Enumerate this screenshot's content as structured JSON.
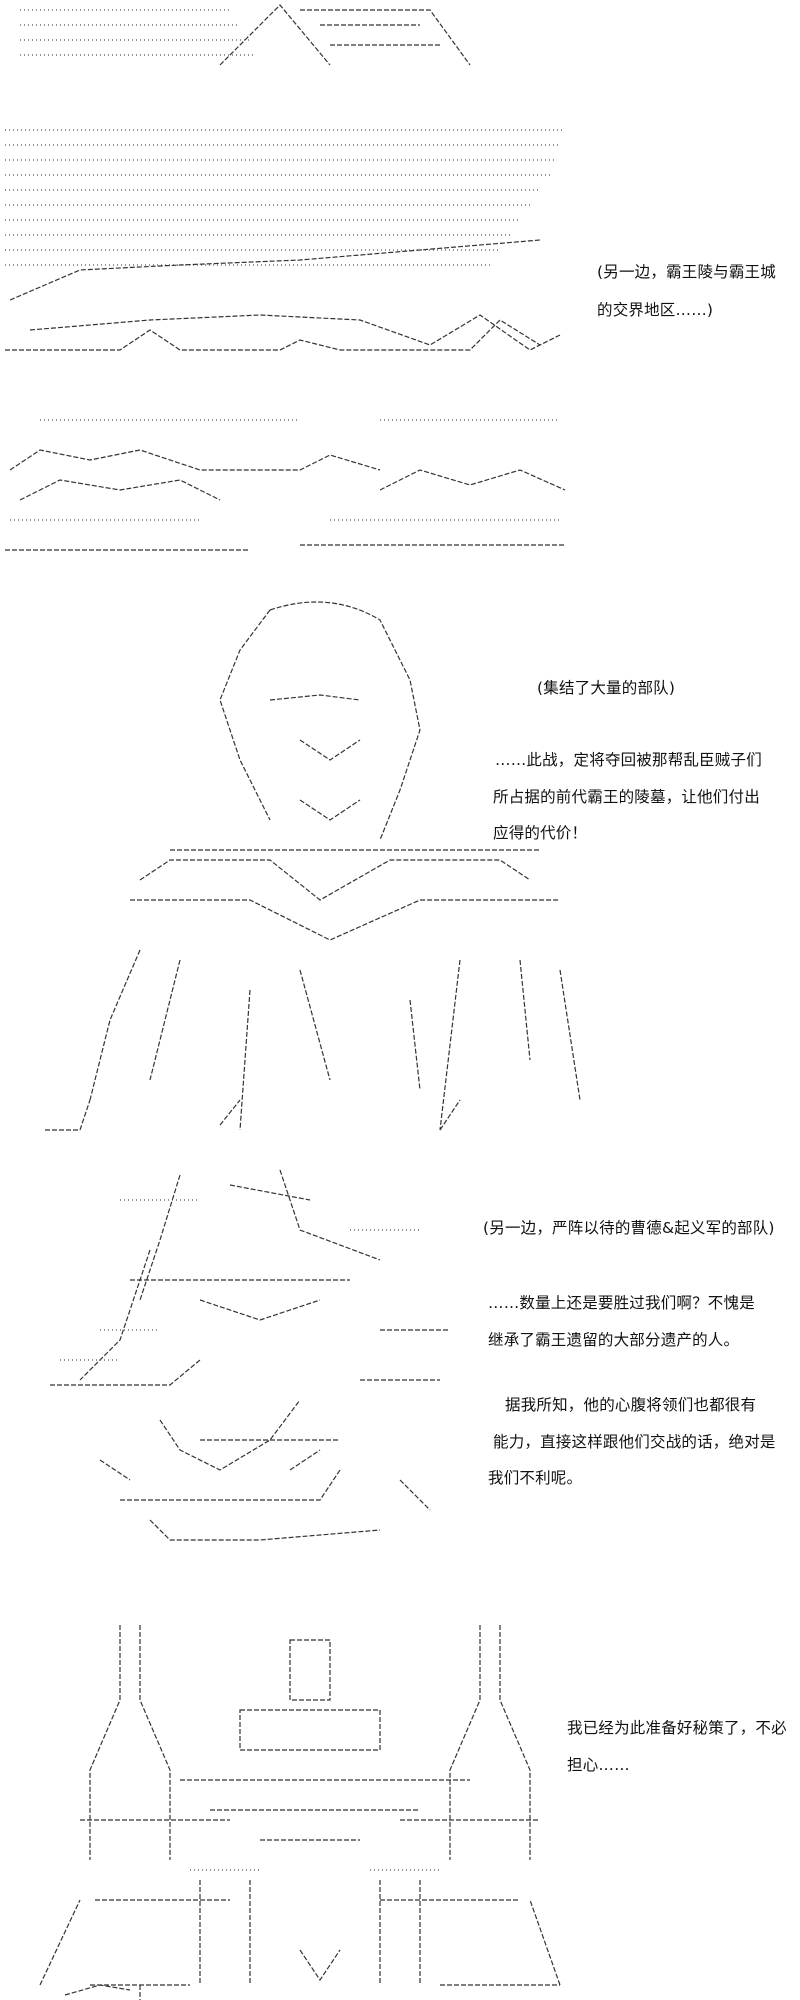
{
  "captions": {
    "p1_line1": "(另一边，霸王陵与霸王城",
    "p1_line2": "的交界地区……)",
    "p2_caption": "(集结了大量的部队)",
    "p2_speech": [
      "……此战，定将夺回被那帮乱臣贼子们",
      "所占据的前代霸王的陵墓，让他们付出",
      "应得的代价！"
    ],
    "p3_caption": "(另一边，严阵以待的曹德&起义军的部队)",
    "p3_speech_a": [
      "……数量上还是要胜过我们啊？不愧是",
      "继承了霸王遗留的大部分遗产的人。"
    ],
    "p3_speech_b": [
      "据我所知，他的心腹将领们也都很有",
      "能力，直接这样跟他们交战的话，绝对是",
      "我们不利呢。"
    ],
    "p4_speech": [
      "我已经为此准备好秘策了，不必",
      "担心……"
    ]
  },
  "art": {
    "panel_1": "mountain-ascii-art",
    "panel_2": "landscape-ascii-art",
    "panel_3": "commander-ascii-art",
    "panel_4": "soldier-ascii-art",
    "panel_5": "throne-ascii-art"
  }
}
